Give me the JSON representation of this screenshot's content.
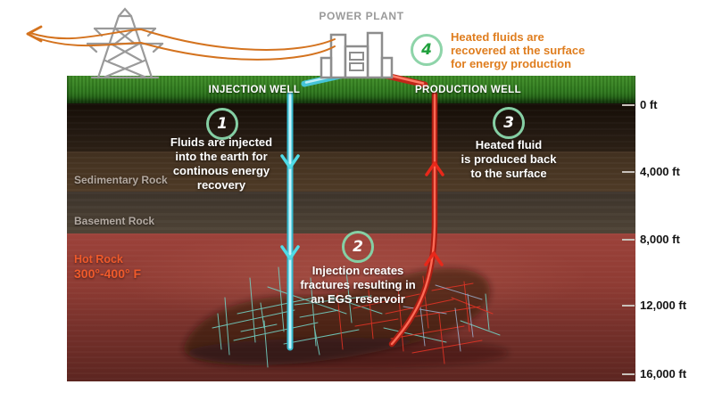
{
  "title": "POWER PLANT",
  "wells": {
    "injection_label": "INJECTION WELL",
    "production_label": "PRODUCTION WELL"
  },
  "steps": [
    {
      "num": "1",
      "lines": [
        "Fluids are injected",
        "into the earth for",
        "continous energy",
        "recovery"
      ]
    },
    {
      "num": "2",
      "lines": [
        "Injection creates",
        "fractures resulting in",
        "an EGS reservoir"
      ]
    },
    {
      "num": "3",
      "lines": [
        "Heated fluid",
        "is produced back",
        "to the surface"
      ]
    },
    {
      "num": "4",
      "lines": [
        "Heated fluids are",
        "recovered at the surface",
        "for energy production"
      ]
    }
  ],
  "layers": [
    {
      "label": "Sedimentary Rock"
    },
    {
      "label": "Basement Rock"
    },
    {
      "label": "Hot Rock",
      "temperature": "300°-400° F"
    }
  ],
  "depth_scale": [
    "0 ft",
    "4,000 ft",
    "8,000 ft",
    "12,000 ft",
    "16,000 ft"
  ],
  "icons": {
    "transmission_tower": "transmission-tower-icon",
    "power_plant": "power-plant-icon",
    "electricity_arrow": "electricity-arrow-icon",
    "flow_down": "flow-arrow-down-icon",
    "flow_up": "flow-arrow-up-icon"
  },
  "colors": {
    "step_number_green": "#1fa03c",
    "step_circle_border": "#85cfa4",
    "energy_text_orange": "#df7d1e",
    "power_line_orange": "#d4731f",
    "injection_cyan": "#45c4d8",
    "production_red": "#c0261a",
    "hot_rock_label_orange": "#ef5a2b",
    "grass_green": "#2f7a1d"
  }
}
